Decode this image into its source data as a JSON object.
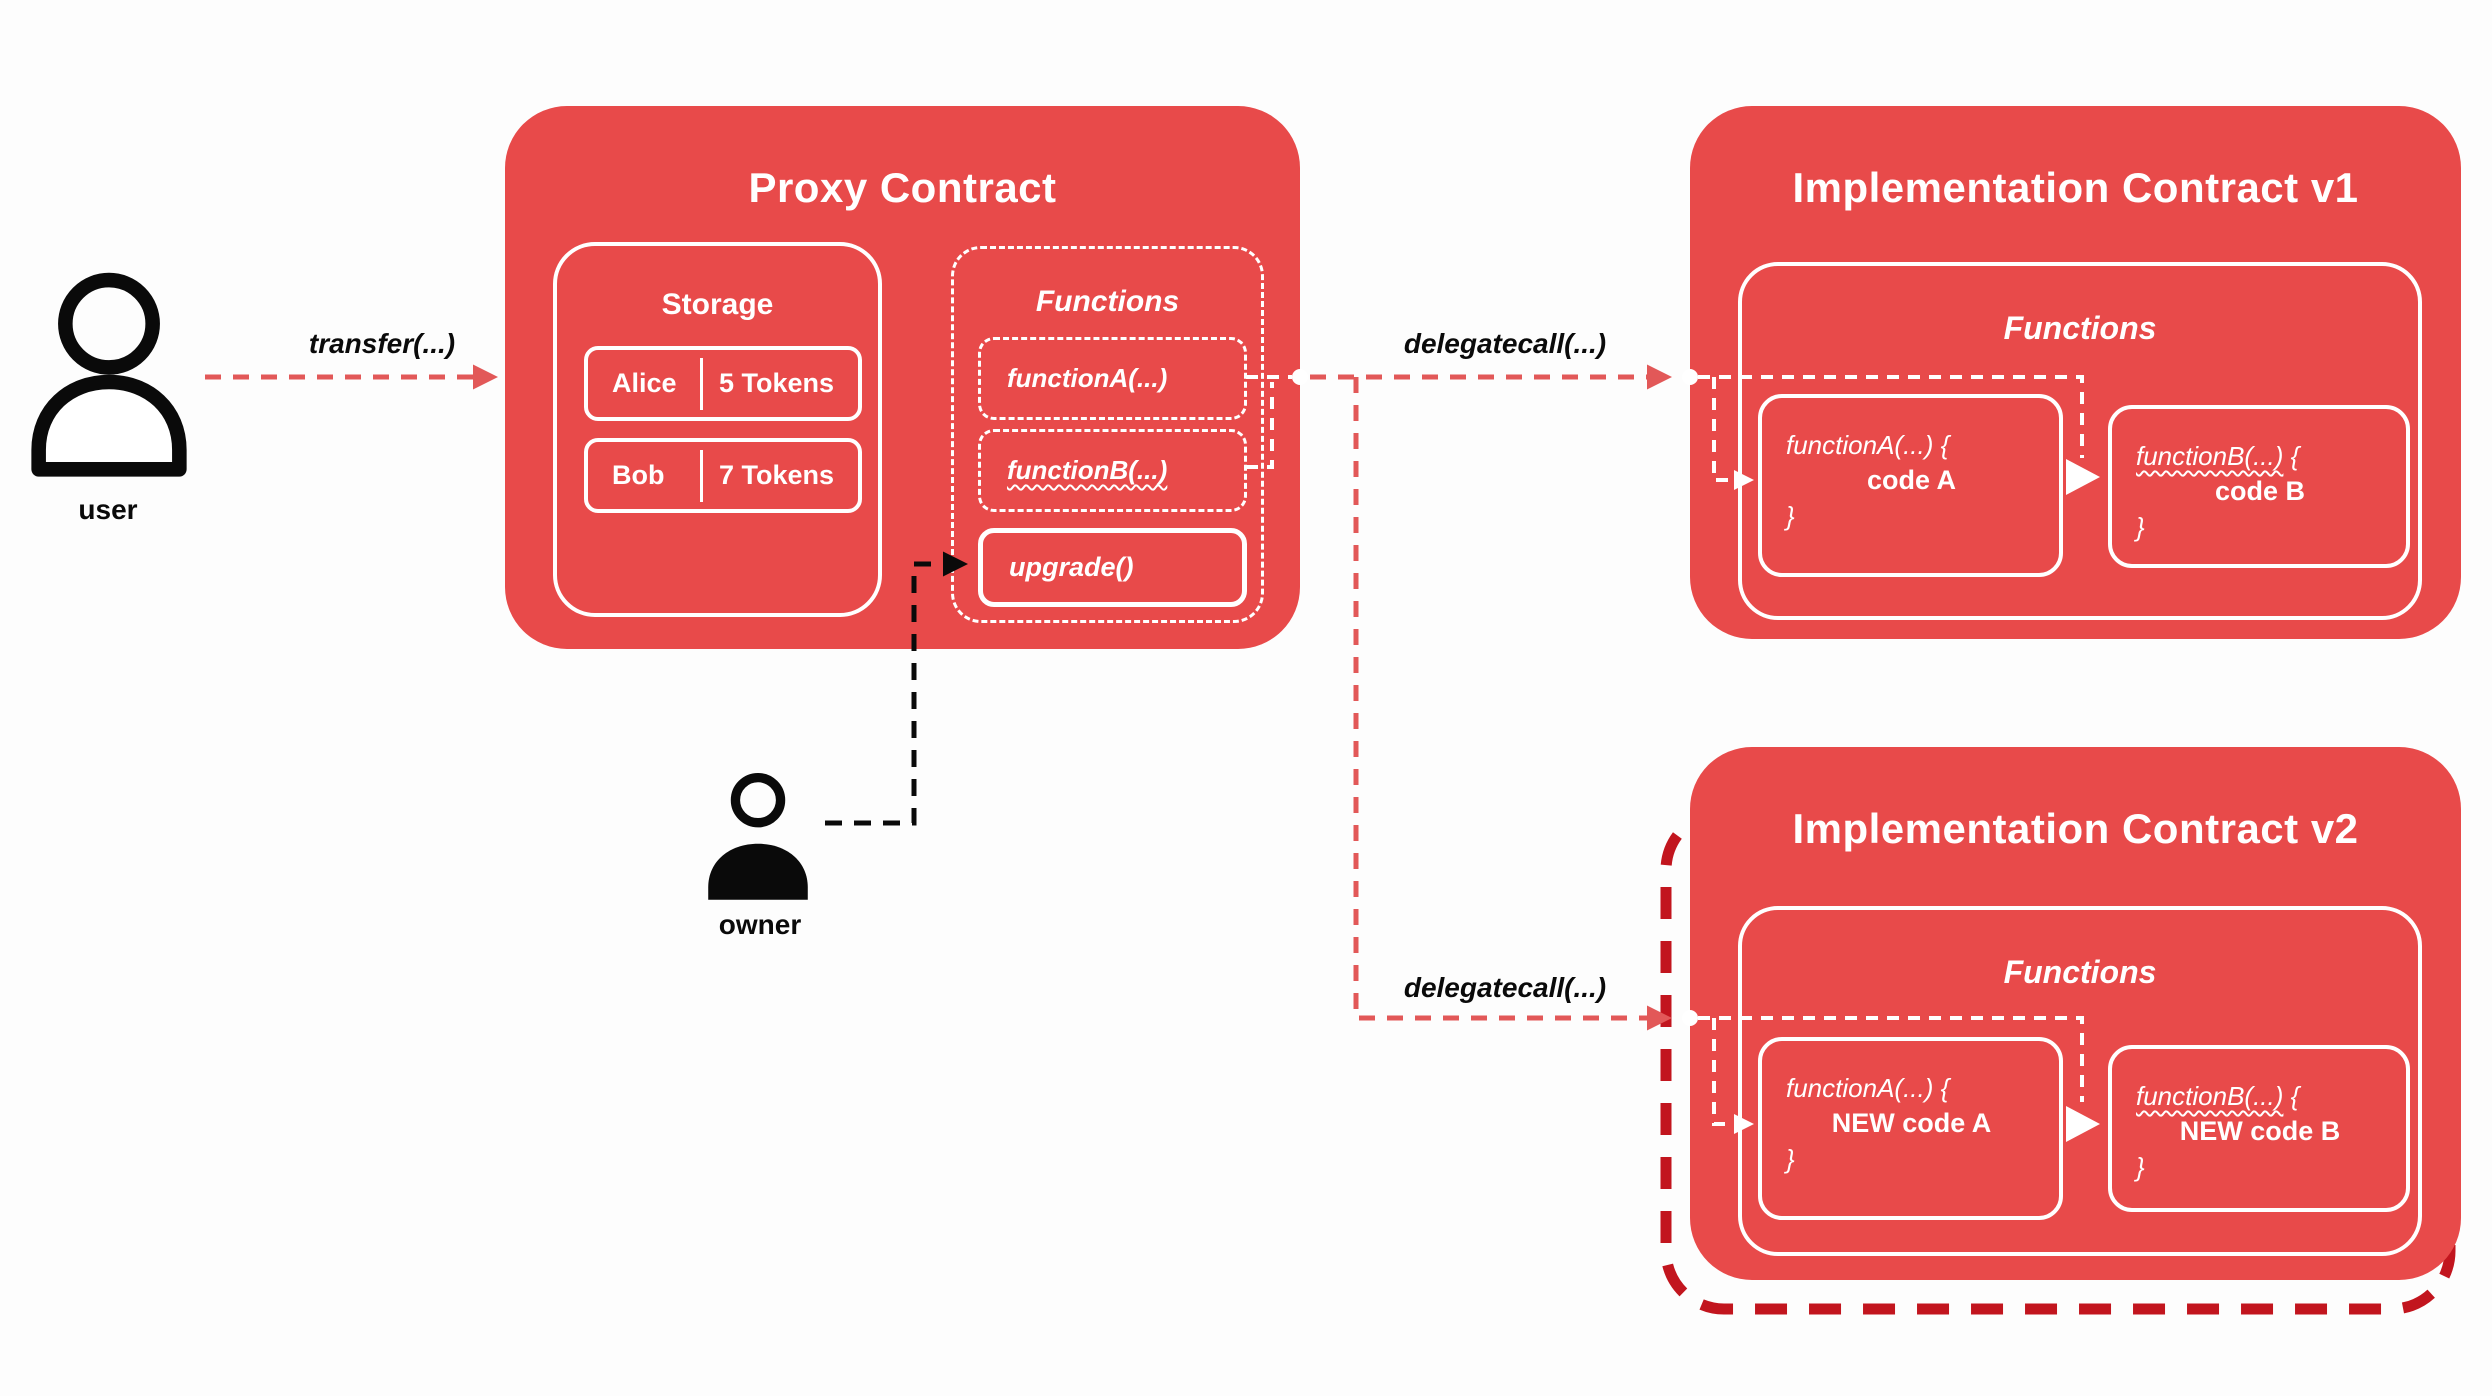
{
  "colors": {
    "background": "#fdfdfd",
    "box_red": "#e84a4a",
    "arrow_red": "#e25858",
    "outline_dark_red": "#c2151e",
    "text_on_red": "#ffffff",
    "ink": "#0a0a0a"
  },
  "actors": {
    "user_label": "user",
    "owner_label": "owner"
  },
  "labels": {
    "transfer": "transfer(...)",
    "delegatecall_v1": "delegatecall(...)",
    "delegatecall_v2": "delegatecall(...)"
  },
  "proxy": {
    "title": "Proxy Contract",
    "storage": {
      "title": "Storage",
      "rows": [
        {
          "name": "Alice",
          "tokens": "5 Tokens"
        },
        {
          "name": "Bob",
          "tokens": "7 Tokens"
        }
      ]
    },
    "functions": {
      "title": "Functions",
      "function_a": "functionA(...)",
      "function_b": "functionB(...)",
      "upgrade": "upgrade()"
    }
  },
  "implementation_v1": {
    "title": "Implementation Contract v1",
    "functions_title": "Functions",
    "function_a": {
      "name": "functionA(...)",
      "open_brace": " {",
      "body": "code A",
      "close_brace": "}"
    },
    "function_b": {
      "name": "functionB(...)",
      "open_brace": " {",
      "body": "code B",
      "close_brace": "}"
    }
  },
  "implementation_v2": {
    "title": "Implementation Contract v2",
    "functions_title": "Functions",
    "function_a": {
      "name": "functionA(...)",
      "open_brace": " {",
      "body": "NEW code A",
      "close_brace": "}"
    },
    "function_b": {
      "name": "functionB(...)",
      "open_brace": " {",
      "body": "NEW code B",
      "close_brace": "}"
    }
  }
}
